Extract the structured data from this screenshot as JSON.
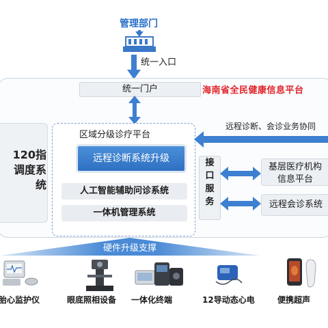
{
  "header": {
    "management_dept": "管理部门",
    "unified_entry": "统一入口",
    "platform_name": "海南省全民健康信息平台",
    "unified_portal": "统一门户"
  },
  "left_system": {
    "line1": "120指",
    "line2": "调度系",
    "line3": "统"
  },
  "center": {
    "title": "区域分级诊疗平台",
    "upgrade": "远程诊断系统升级",
    "ai_system": "人工智能辅助问诊系统",
    "machine_system": "一体机管理系统"
  },
  "interface": {
    "chars": [
      "接",
      "口",
      "服",
      "务"
    ]
  },
  "right": {
    "collab": "远程诊断、会诊业务协同",
    "primary_line1": "基层医疗机构",
    "primary_line2": "信息平台",
    "remote_consult": "远程会诊系统"
  },
  "hardware": {
    "label": "硬件升级支撑"
  },
  "devices": [
    {
      "label": "胎心监护仪",
      "icon": "fetal-monitor-icon"
    },
    {
      "label": "眼底照相设备",
      "icon": "fundus-camera-icon"
    },
    {
      "label": "一体化终端",
      "icon": "integrated-terminal-icon"
    },
    {
      "label": "12导动态心电",
      "icon": "holter-ecg-icon"
    },
    {
      "label": "便携超声",
      "icon": "portable-ultrasound-icon"
    }
  ],
  "colors": {
    "blue_title": "#2a6fc9",
    "red_title": "#e0242a",
    "arrow_blue": "#3d7fd0",
    "upgrade_box": "#3b80cf"
  }
}
